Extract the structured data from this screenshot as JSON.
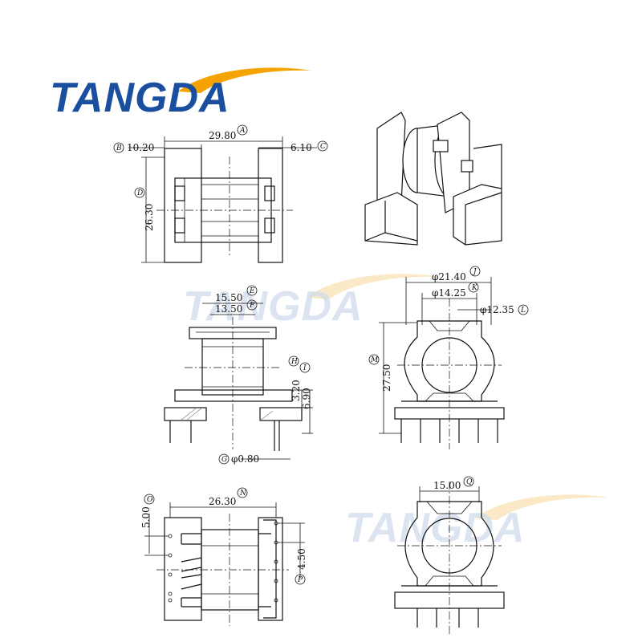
{
  "brand": {
    "logo_text": "TANGDA",
    "watermark_text": "TANGDA",
    "logo_color": "#1a4fa0",
    "swoosh_color": "#f4a300"
  },
  "dimensions": {
    "A": {
      "tag": "A",
      "value": "29.80"
    },
    "B": {
      "tag": "B",
      "value": "10.20"
    },
    "C": {
      "tag": "C",
      "value": "6.10"
    },
    "D": {
      "tag": "D",
      "value": "26.30"
    },
    "E": {
      "tag": "E",
      "value": "15.50"
    },
    "F": {
      "tag": "F",
      "value": "13.50"
    },
    "G": {
      "tag": "G",
      "value": "φ0.80"
    },
    "H": {
      "tag": "H",
      "value": "3.20"
    },
    "I": {
      "tag": "I",
      "value": "6.90"
    },
    "J": {
      "tag": "J",
      "value": "φ21.40"
    },
    "K": {
      "tag": "K",
      "value": "φ14.25"
    },
    "L": {
      "tag": "L",
      "value": "φ12.35"
    },
    "M": {
      "tag": "M",
      "value": "27.50"
    },
    "N": {
      "tag": "N",
      "value": "26.30"
    },
    "O": {
      "tag": "O",
      "value": "5.00"
    },
    "P": {
      "tag": "P",
      "value": "4.50"
    },
    "Q": {
      "tag": "Q",
      "value": "15.00"
    }
  }
}
